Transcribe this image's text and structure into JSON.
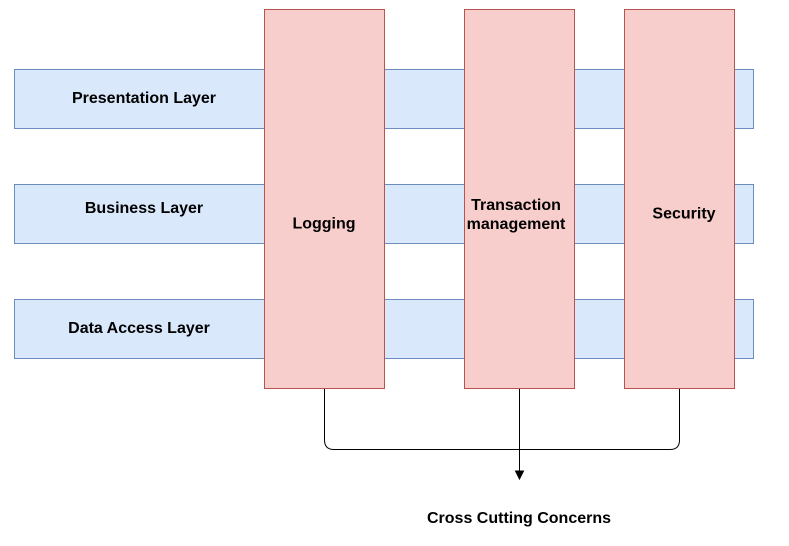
{
  "layers": [
    {
      "label": "Presentation Layer"
    },
    {
      "label": "Business Layer"
    },
    {
      "label": "Data Access Layer"
    }
  ],
  "concerns": [
    {
      "label": "Logging"
    },
    {
      "label": "Transaction management"
    },
    {
      "label": "Security"
    }
  ],
  "caption": "Cross Cutting Concerns",
  "colors": {
    "layer_fill": "#dae8fc",
    "layer_stroke": "#6c8ebf",
    "concern_fill": "#f8cecc",
    "concern_stroke": "#b85450",
    "connector": "#000000"
  }
}
